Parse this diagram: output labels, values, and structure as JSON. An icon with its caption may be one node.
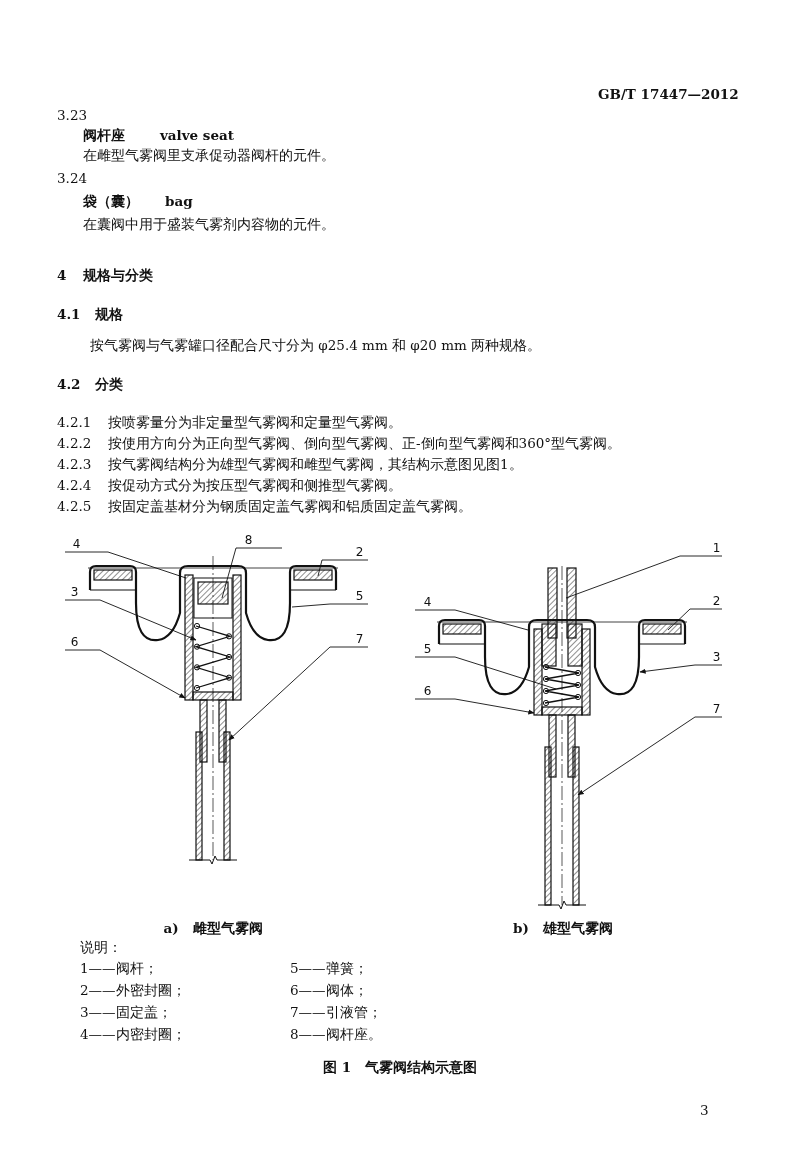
{
  "diagram": {
    "caption": "图 1　气雾阀结构示意图",
    "nodes": [
      {
        "text": [
          "4"
        ]
      },
      {
        "text": [
          "8"
        ]
      },
      {
        "text": [
          "2"
        ]
      },
      {
        "text": [
          "5"
        ]
      },
      {
        "text": [
          "3"
        ]
      },
      {
        "text": [
          "6"
        ]
      },
      {
        "text": [
          "7"
        ]
      },
      {
        "text": [
          "1"
        ]
      },
      {
        "text": [
          "4"
        ]
      },
      {
        "text": [
          "2"
        ]
      },
      {
        "text": [
          "5"
        ]
      },
      {
        "text": [
          "3"
        ]
      },
      {
        "text": [
          "6"
        ]
      },
      {
        "text": [
          "7"
        ]
      }
    ],
    "edges": [
      {
        "from": 0,
        "to": null,
        "arrow": "none"
      },
      {
        "from": 1,
        "to": null,
        "arrow": "none"
      },
      {
        "from": 2,
        "to": null,
        "arrow": "none"
      },
      {
        "from": 3,
        "to": null,
        "arrow": "none"
      },
      {
        "from": 4,
        "to": null,
        "arrow": "to"
      },
      {
        "from": 5,
        "to": null,
        "arrow": "to"
      },
      {
        "from": 6,
        "to": null,
        "arrow": "to"
      },
      {
        "from": 7,
        "to": null,
        "arrow": "none"
      },
      {
        "from": 8,
        "to": null,
        "arrow": "none"
      },
      {
        "from": 9,
        "to": null,
        "arrow": "none"
      },
      {
        "from": 10,
        "to": null,
        "arrow": "none"
      },
      {
        "from": 11,
        "to": null,
        "arrow": "to"
      },
      {
        "from": 12,
        "to": null,
        "arrow": "to"
      },
      {
        "from": 13,
        "to": null,
        "arrow": "to"
      }
    ],
    "labels": [
      "GB/T 17447—2012",
      "3.23",
      "阀杆座",
      "valve seat",
      "在雌型气雾阀里支承促动器阀杆的元件。",
      "3.24",
      "袋（囊）",
      "bag",
      "在囊阀中用于盛装气雾剂内容物的元件。",
      "4",
      "规格与分类",
      "4.1",
      "规格",
      "按气雾阀与气雾罐口径配合尺寸分为 φ25.4 mm 和 φ20 mm 两种规格。",
      "4.2",
      "分类",
      "4.2.1",
      "按喷雾量分为非定量型气雾阀和定量型气雾阀。",
      "4.2.2",
      "按使用方向分为正向型气雾阀、倒向型气雾阀、正-倒向型气雾阀和360°型气雾阀。",
      "4.2.3",
      "按气雾阀结构分为雄型气雾阀和雌型气雾阀，其结构示意图见图1。",
      "4.2.4",
      "按促动方式分为按压型气雾阀和侧推型气雾阀。",
      "4.2.5",
      "按固定盖基材分为钢质固定盖气雾阀和铝质固定盖气雾阀。",
      "a)　雌型气雾阀",
      "b)　雄型气雾阀",
      "说明：",
      "1——阀杆；",
      "5——弹簧；",
      "2——外密封圈；",
      "6——阀体；",
      "3——固定盖；",
      "7——引液管；",
      "4——内密封圈；",
      "8——阀杆座。",
      "3"
    ]
  }
}
